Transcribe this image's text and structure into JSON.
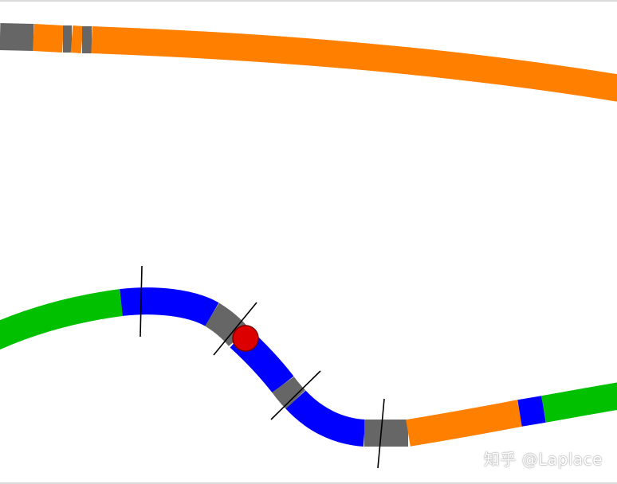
{
  "colors": {
    "orange": "#ff8000",
    "gray": "#666666",
    "blue": "#0000ff",
    "green": "#00c000",
    "red": "#dd0000",
    "marker_outline": "#800000",
    "boundary_tick": "#000000",
    "frame_line": "#d9d9d9"
  },
  "lanes": {
    "upper": {
      "segment_order": [
        "gray",
        "orange",
        "gray",
        "orange",
        "gray",
        "orange"
      ]
    },
    "lower": {
      "segment_order": [
        "green",
        "blue",
        "gray",
        "blue",
        "gray",
        "blue",
        "gray",
        "orange",
        "blue",
        "green"
      ]
    }
  },
  "vehicle": {
    "icon": "red-circle-marker"
  },
  "watermark": {
    "text": "知乎 @Laplace"
  }
}
